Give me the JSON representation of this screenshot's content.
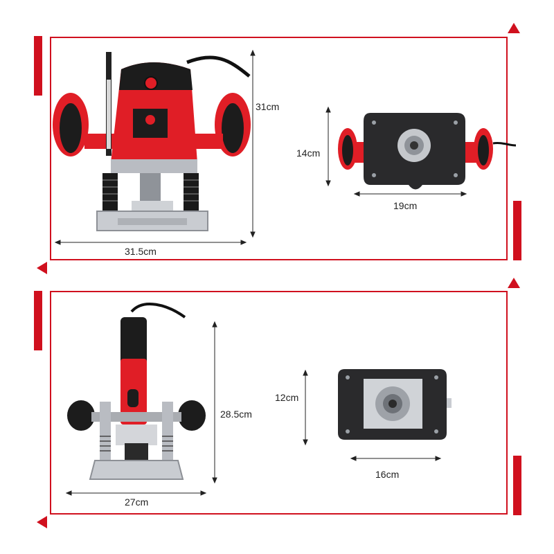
{
  "colors": {
    "accent": "#d0101e",
    "tool_red": "#e01e26",
    "tool_black": "#1c1c1c",
    "base_silver": "#c9ccd1"
  },
  "top_panel": {
    "router_front": {
      "width_label": "31.5cm",
      "height_label": "31cm"
    },
    "router_bottom": {
      "width_label": "19cm",
      "height_label": "14cm"
    }
  },
  "bottom_panel": {
    "router_side": {
      "width_label": "27cm",
      "height_label": "28.5cm"
    },
    "router_bottom": {
      "width_label": "16cm",
      "height_label": "12cm"
    }
  }
}
